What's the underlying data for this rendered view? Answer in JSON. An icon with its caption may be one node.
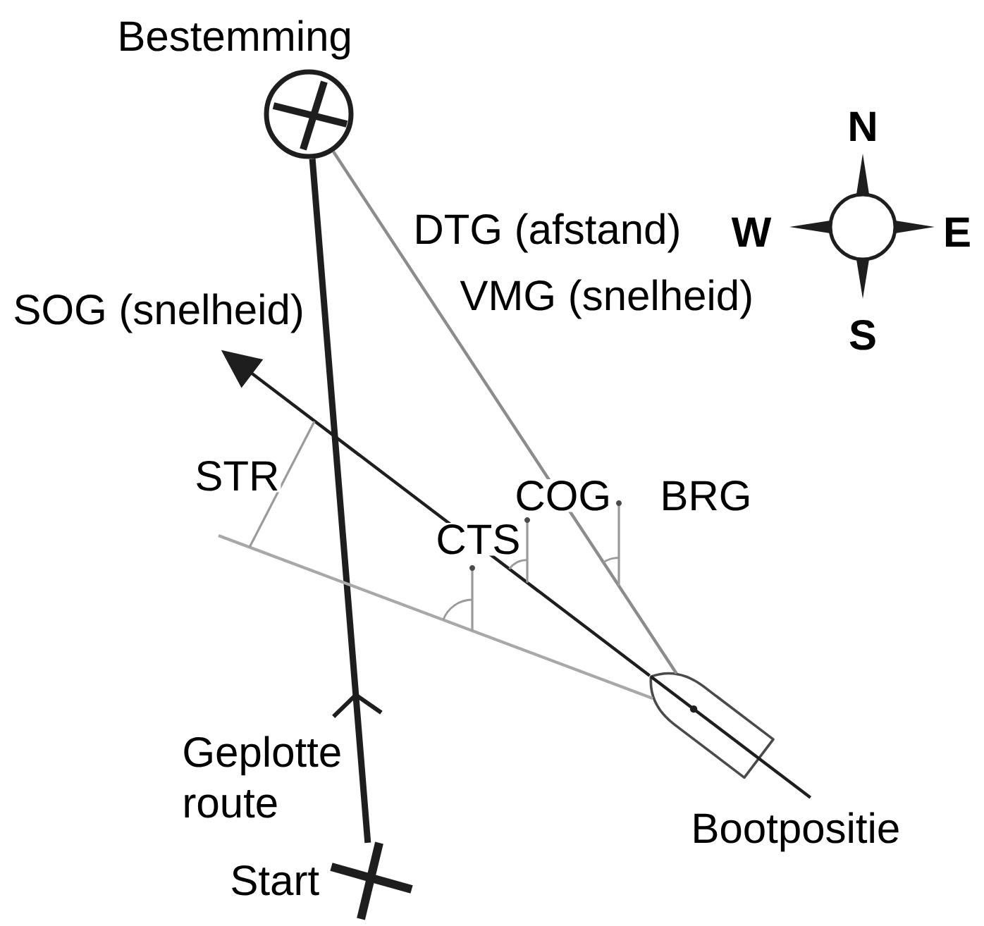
{
  "diagram": {
    "nodes": [
      {
        "text": [],
        "shape": "circle",
        "beside": [
          "Bestemming"
        ]
      },
      {
        "text": [],
        "shape": "cross",
        "beside": [
          "Start"
        ]
      },
      {
        "text": [],
        "shape": "boat",
        "beside": [
          "Bootpositie"
        ]
      }
    ],
    "edges": [
      {
        "from": 1,
        "to": 0,
        "arrow": "to",
        "label": "Geplotte route",
        "style": "thick"
      },
      {
        "from": 2,
        "to": null,
        "arrow": "to",
        "label": "SOG (snelheid)"
      },
      {
        "from": 2,
        "to": 0,
        "arrow": "none",
        "label": "DTG (afstand)",
        "color": "#8c8c8c"
      },
      {
        "from": 2,
        "to": null,
        "arrow": "none",
        "color": "#a8a8a8"
      }
    ],
    "labels": [
      "N",
      "W",
      "E",
      "VMG (snelheid)",
      "S",
      "STR",
      "COG",
      "BRG",
      "CTS"
    ]
  }
}
